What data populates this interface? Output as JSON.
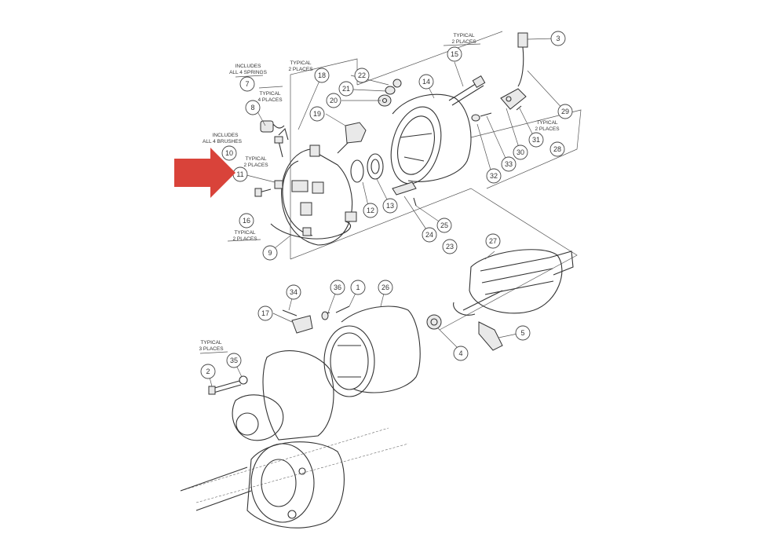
{
  "diagram": {
    "callouts": [
      {
        "id": "c1",
        "label": "1"
      },
      {
        "id": "c2",
        "label": "2"
      },
      {
        "id": "c3",
        "label": "3"
      },
      {
        "id": "c4",
        "label": "4"
      },
      {
        "id": "c5",
        "label": "5"
      },
      {
        "id": "c7",
        "label": "7"
      },
      {
        "id": "c8",
        "label": "8"
      },
      {
        "id": "c9",
        "label": "9"
      },
      {
        "id": "c10",
        "label": "10"
      },
      {
        "id": "c11",
        "label": "11"
      },
      {
        "id": "c12",
        "label": "12"
      },
      {
        "id": "c13",
        "label": "13"
      },
      {
        "id": "c14",
        "label": "14"
      },
      {
        "id": "c15",
        "label": "15"
      },
      {
        "id": "c16",
        "label": "16"
      },
      {
        "id": "c17",
        "label": "17"
      },
      {
        "id": "c18",
        "label": "18"
      },
      {
        "id": "c19",
        "label": "19"
      },
      {
        "id": "c20",
        "label": "20"
      },
      {
        "id": "c21",
        "label": "21"
      },
      {
        "id": "c22",
        "label": "22"
      },
      {
        "id": "c23",
        "label": "23"
      },
      {
        "id": "c24",
        "label": "24"
      },
      {
        "id": "c25",
        "label": "25"
      },
      {
        "id": "c26",
        "label": "26"
      },
      {
        "id": "c27",
        "label": "27"
      },
      {
        "id": "c28",
        "label": "28"
      },
      {
        "id": "c29",
        "label": "29"
      },
      {
        "id": "c30",
        "label": "30"
      },
      {
        "id": "c31",
        "label": "31"
      },
      {
        "id": "c32",
        "label": "32"
      },
      {
        "id": "c33",
        "label": "33"
      },
      {
        "id": "c34",
        "label": "34"
      },
      {
        "id": "c35",
        "label": "35"
      },
      {
        "id": "c36",
        "label": "36"
      }
    ],
    "notes": {
      "typical_2_places_15": [
        "TYPICAL",
        "2 PLACES"
      ],
      "includes_4_springs": [
        "INCLUDES",
        "ALL 4 SPRINGS"
      ],
      "typical_2_places_18": [
        "TYPICAL",
        "2 PLACES"
      ],
      "typical_4_places": [
        "TYPICAL",
        "4 PLACES"
      ],
      "includes_4_brushes": [
        "INCLUDES",
        "ALL 4 BRUSHES"
      ],
      "typical_2_places_11": [
        "TYPICAL",
        "2 PLACES"
      ],
      "typical_2_places_16": [
        "TYPICAL",
        "2 PLACES"
      ],
      "typical_2_places_28": [
        "TYPICAL",
        "2 PLACES"
      ],
      "typical_3_places": [
        "TYPICAL",
        "3 PLACES"
      ]
    },
    "highlight_arrow_color": "#d9433a",
    "highlight_target": "11"
  }
}
